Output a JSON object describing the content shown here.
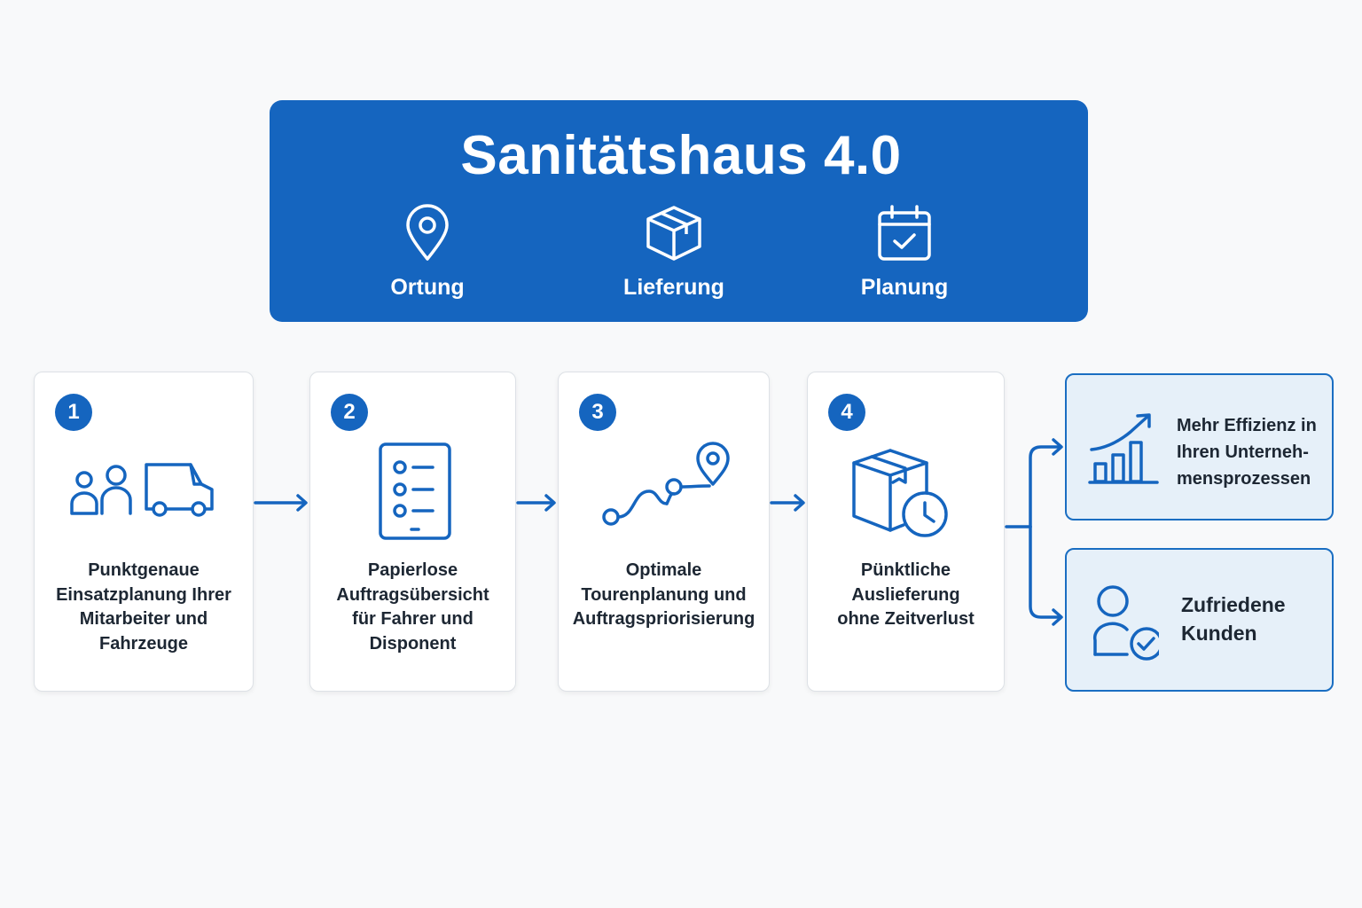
{
  "header": {
    "title": "Sanitätshaus 4.0",
    "features": [
      {
        "label": "Ortung",
        "icon": "location-pin-icon"
      },
      {
        "label": "Lieferung",
        "icon": "package-icon"
      },
      {
        "label": "Planung",
        "icon": "calendar-check-icon"
      }
    ]
  },
  "steps": [
    {
      "number": "1",
      "text": "Punktgenaue\nEinsatzplanung Ihrer\nMitarbeiter und\nFahrzeuge",
      "icon": "people-and-van-icon"
    },
    {
      "number": "2",
      "text": "Papierlose\nAuftragsübersicht\nfür Fahrer und\nDisponent",
      "icon": "tablet-checklist-icon"
    },
    {
      "number": "3",
      "text": "Optimale\nTourenplanung und\nAuftragspriorisierung",
      "icon": "route-icon"
    },
    {
      "number": "4",
      "text": "Pünktliche\nAuslieferung\nohne Zeitverlust",
      "icon": "package-clock-icon"
    }
  ],
  "results": [
    {
      "text": "Mehr Effizienz in\nIhren Unterneh-\nmensprozessen",
      "icon": "growth-chart-icon"
    },
    {
      "text": "Zufriedene\nKunden",
      "icon": "satisfied-customer-icon"
    }
  ],
  "colors": {
    "primary": "#1565bf",
    "result_bg": "#e6f0f9",
    "text": "#1d2733"
  }
}
